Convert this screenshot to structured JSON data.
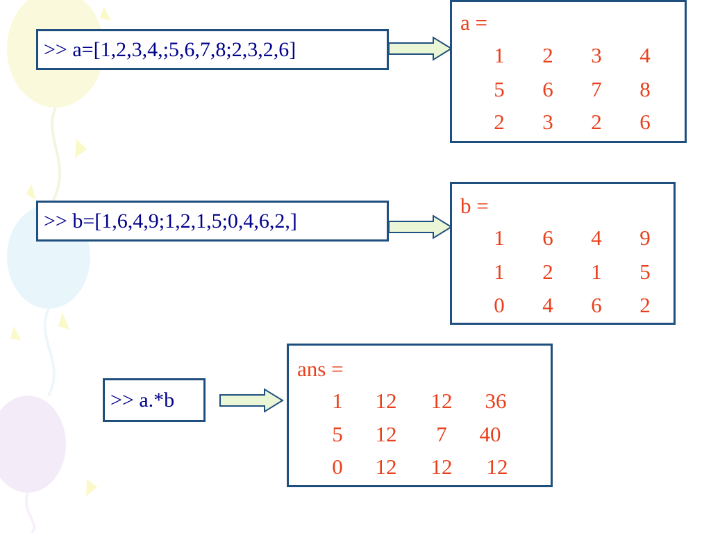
{
  "colors": {
    "box_border": "#1f4f7f",
    "command_text": "#00008b",
    "output_text": "#e8401c",
    "arrow_fill": "#eaf6d6",
    "arrow_stroke": "#1f4f7f"
  },
  "blocks": [
    {
      "command": ">> a=[1,2,3,4,;5,6,7,8;2,3,2,6]",
      "output_title": "a =",
      "rows": [
        [
          "1",
          "2",
          "3",
          "4"
        ],
        [
          "5",
          "6",
          "7",
          "8"
        ],
        [
          "2",
          "3",
          "2",
          "6"
        ]
      ]
    },
    {
      "command": ">> b=[1,6,4,9;1,2,1,5;0,4,6,2,]",
      "output_title": "b =",
      "rows": [
        [
          "1",
          "6",
          "4",
          "9"
        ],
        [
          "1",
          "2",
          "1",
          "5"
        ],
        [
          "0",
          "4",
          "6",
          "2"
        ]
      ]
    },
    {
      "command": ">> a.*b",
      "output_title": "ans =",
      "rows": [
        [
          "1",
          "12",
          "12",
          "36"
        ],
        [
          "5",
          "12",
          "7",
          "40"
        ],
        [
          "0",
          "12",
          "12",
          "12"
        ]
      ]
    }
  ]
}
